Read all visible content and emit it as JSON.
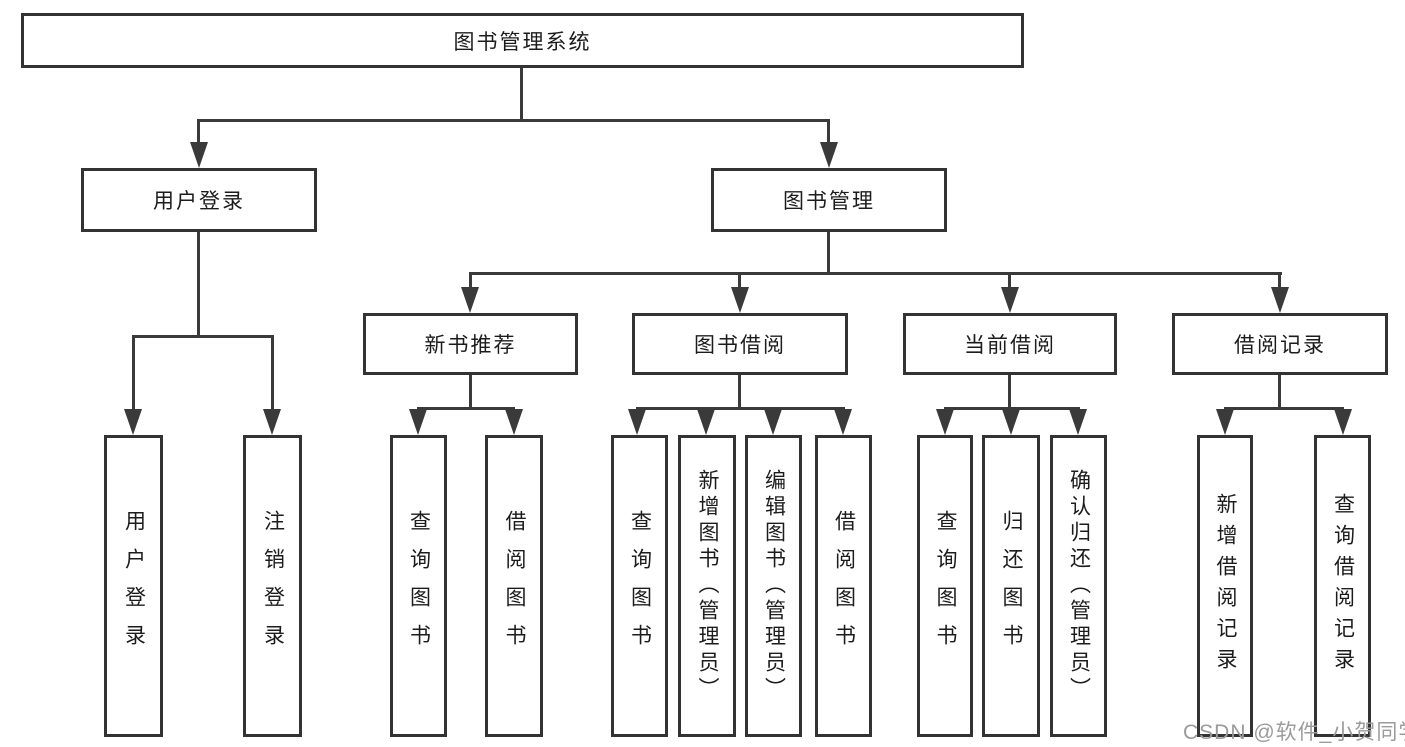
{
  "colors": {
    "background": "#ffffff",
    "box_border": "#333333",
    "line": "#3a3a3a",
    "text": "#1c1c1c",
    "watermark": "#9b9b9b"
  },
  "watermark": "CSDN @软件_小贺同学",
  "diagram": {
    "type": "hierarchy-tree",
    "title": "图书管理系统",
    "nodes": {
      "root": "图书管理系统",
      "user_login": "用户登录",
      "book_management": "图书管理",
      "new_book_recommend": "新书推荐",
      "book_borrowing": "图书借阅",
      "current_borrowing": "当前借阅",
      "borrowing_records": "借阅记录",
      "leaf_user_login": "用户登录",
      "leaf_logout": "注销登录",
      "leaf_nbr_query_books": "查询图书",
      "leaf_nbr_borrow_books": "借阅图书",
      "leaf_bb_query_books": "查询图书",
      "leaf_bb_add_books": "新增图书（管理员）",
      "leaf_bb_edit_books": "编辑图书（管理员）",
      "leaf_bb_borrow_books": "借阅图书",
      "leaf_cb_query_books": "查询图书",
      "leaf_cb_return_books": "归还图书",
      "leaf_cb_confirm_return": "确认归还（管理员）",
      "leaf_br_add_record": "新增借阅记录",
      "leaf_br_query_record": "查询借阅记录"
    }
  }
}
